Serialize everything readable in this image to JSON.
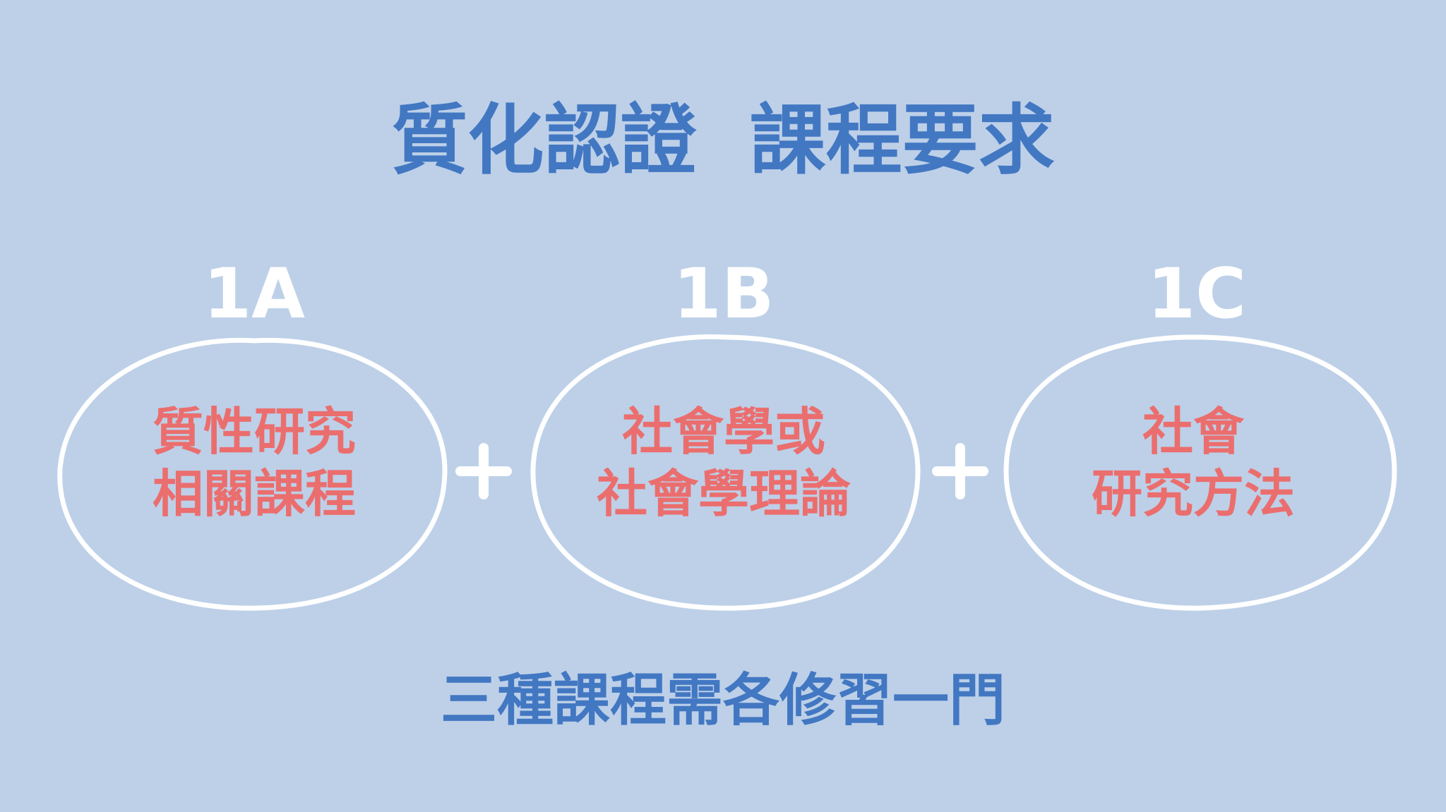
{
  "title": "質化認證  課程要求",
  "requirements": [
    {
      "label": "1A",
      "lines": [
        "質性研究",
        "相關課程"
      ]
    },
    {
      "label": "1B",
      "lines": [
        "社會學或",
        "社會學理論"
      ]
    },
    {
      "label": "1C",
      "lines": [
        "社會",
        "研究方法"
      ]
    }
  ],
  "connector": "+",
  "footer": "三種課程需各修習一門",
  "colors": {
    "background": "#bdd0e8",
    "heading": "#4277c2",
    "course_text": "#eb6e6e",
    "outline": "#ffffff"
  }
}
